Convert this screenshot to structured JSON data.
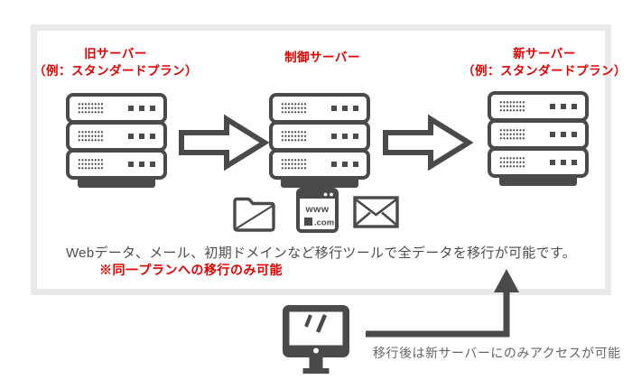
{
  "colors": {
    "accent_red": "#e60000",
    "icon_dark": "#4a4a4a",
    "frame_border": "#e9e9e9",
    "description_text": "#4d4d4d",
    "access_note_text": "#666666"
  },
  "diagram": {
    "servers": {
      "old": {
        "title": "旧サーバー",
        "subtitle": "（例：スタンダードプラン）"
      },
      "control": {
        "title": "制御サーバー"
      },
      "new": {
        "title": "新サーバー",
        "subtitle": "（例：スタンダードプラン）"
      }
    },
    "browser_icon": {
      "www": "www",
      "com": ".com"
    },
    "description": "Webデータ、メール、初期ドメインなど移行ツールで全データを移行が可能です。",
    "note": "※同一プランへの移行のみ可能",
    "access_note": "移行後は新サーバーにのみアクセスが可能"
  }
}
